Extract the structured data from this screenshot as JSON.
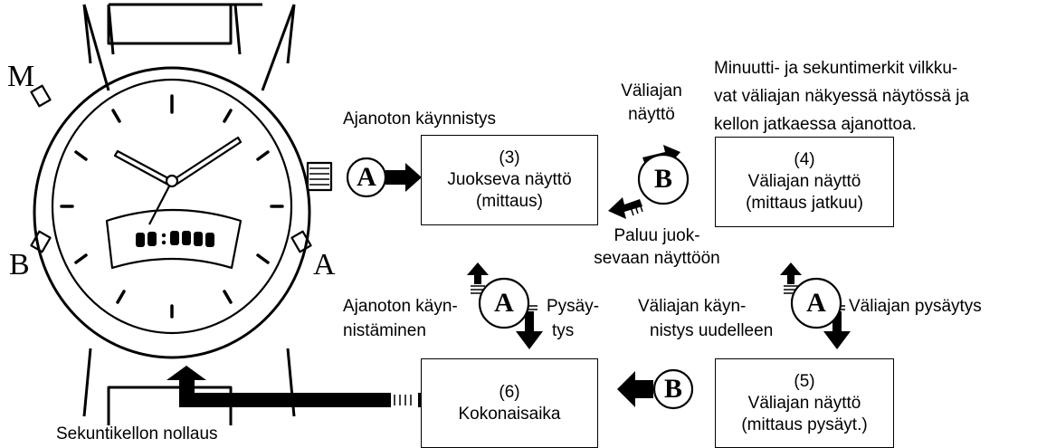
{
  "watch": {
    "button_labels": {
      "m": "M",
      "b": "B",
      "a": "A"
    },
    "display_digits": "▮▮:▮▮▮▮"
  },
  "buttons": {
    "a": "A",
    "b": "B"
  },
  "states": {
    "s3": {
      "num": "(3)",
      "line1": "Juokseva näyttö",
      "line2": "(mittaus)"
    },
    "s4": {
      "num": "(4)",
      "line1": "Väliajan näyttö",
      "line2": "(mittaus jatkuu)"
    },
    "s5": {
      "num": "(5)",
      "line1": "Väliajan näyttö",
      "line2": "(mittaus pysäyt.)"
    },
    "s6": {
      "num": "(6)",
      "line1": "Kokonaisaika"
    }
  },
  "labels": {
    "start_timing": "Ajanoton käynnistys",
    "split_display_l1": "Väliajan",
    "split_display_l2": "näyttö",
    "note_l1": "Minuutti- ja sekuntimerkit vilkku-",
    "note_l2": "vat väliajan näkyessä näytössä ja",
    "note_l3": "kellon jatkaessa ajanottoa.",
    "return_l1": "Paluu juok-",
    "return_l2": "sevaan näyttöön",
    "restart_timing_l1": "Ajanoton käyn-",
    "restart_timing_l2": "nistäminen",
    "stop_l1": "Pysäy-",
    "stop_l2": "tys",
    "split_restart_l1": "Väliajan käyn-",
    "split_restart_l2": "nistys uudelleen",
    "split_stop": "Väliajan pysäytys",
    "reset": "Sekuntikellon nollaus"
  }
}
